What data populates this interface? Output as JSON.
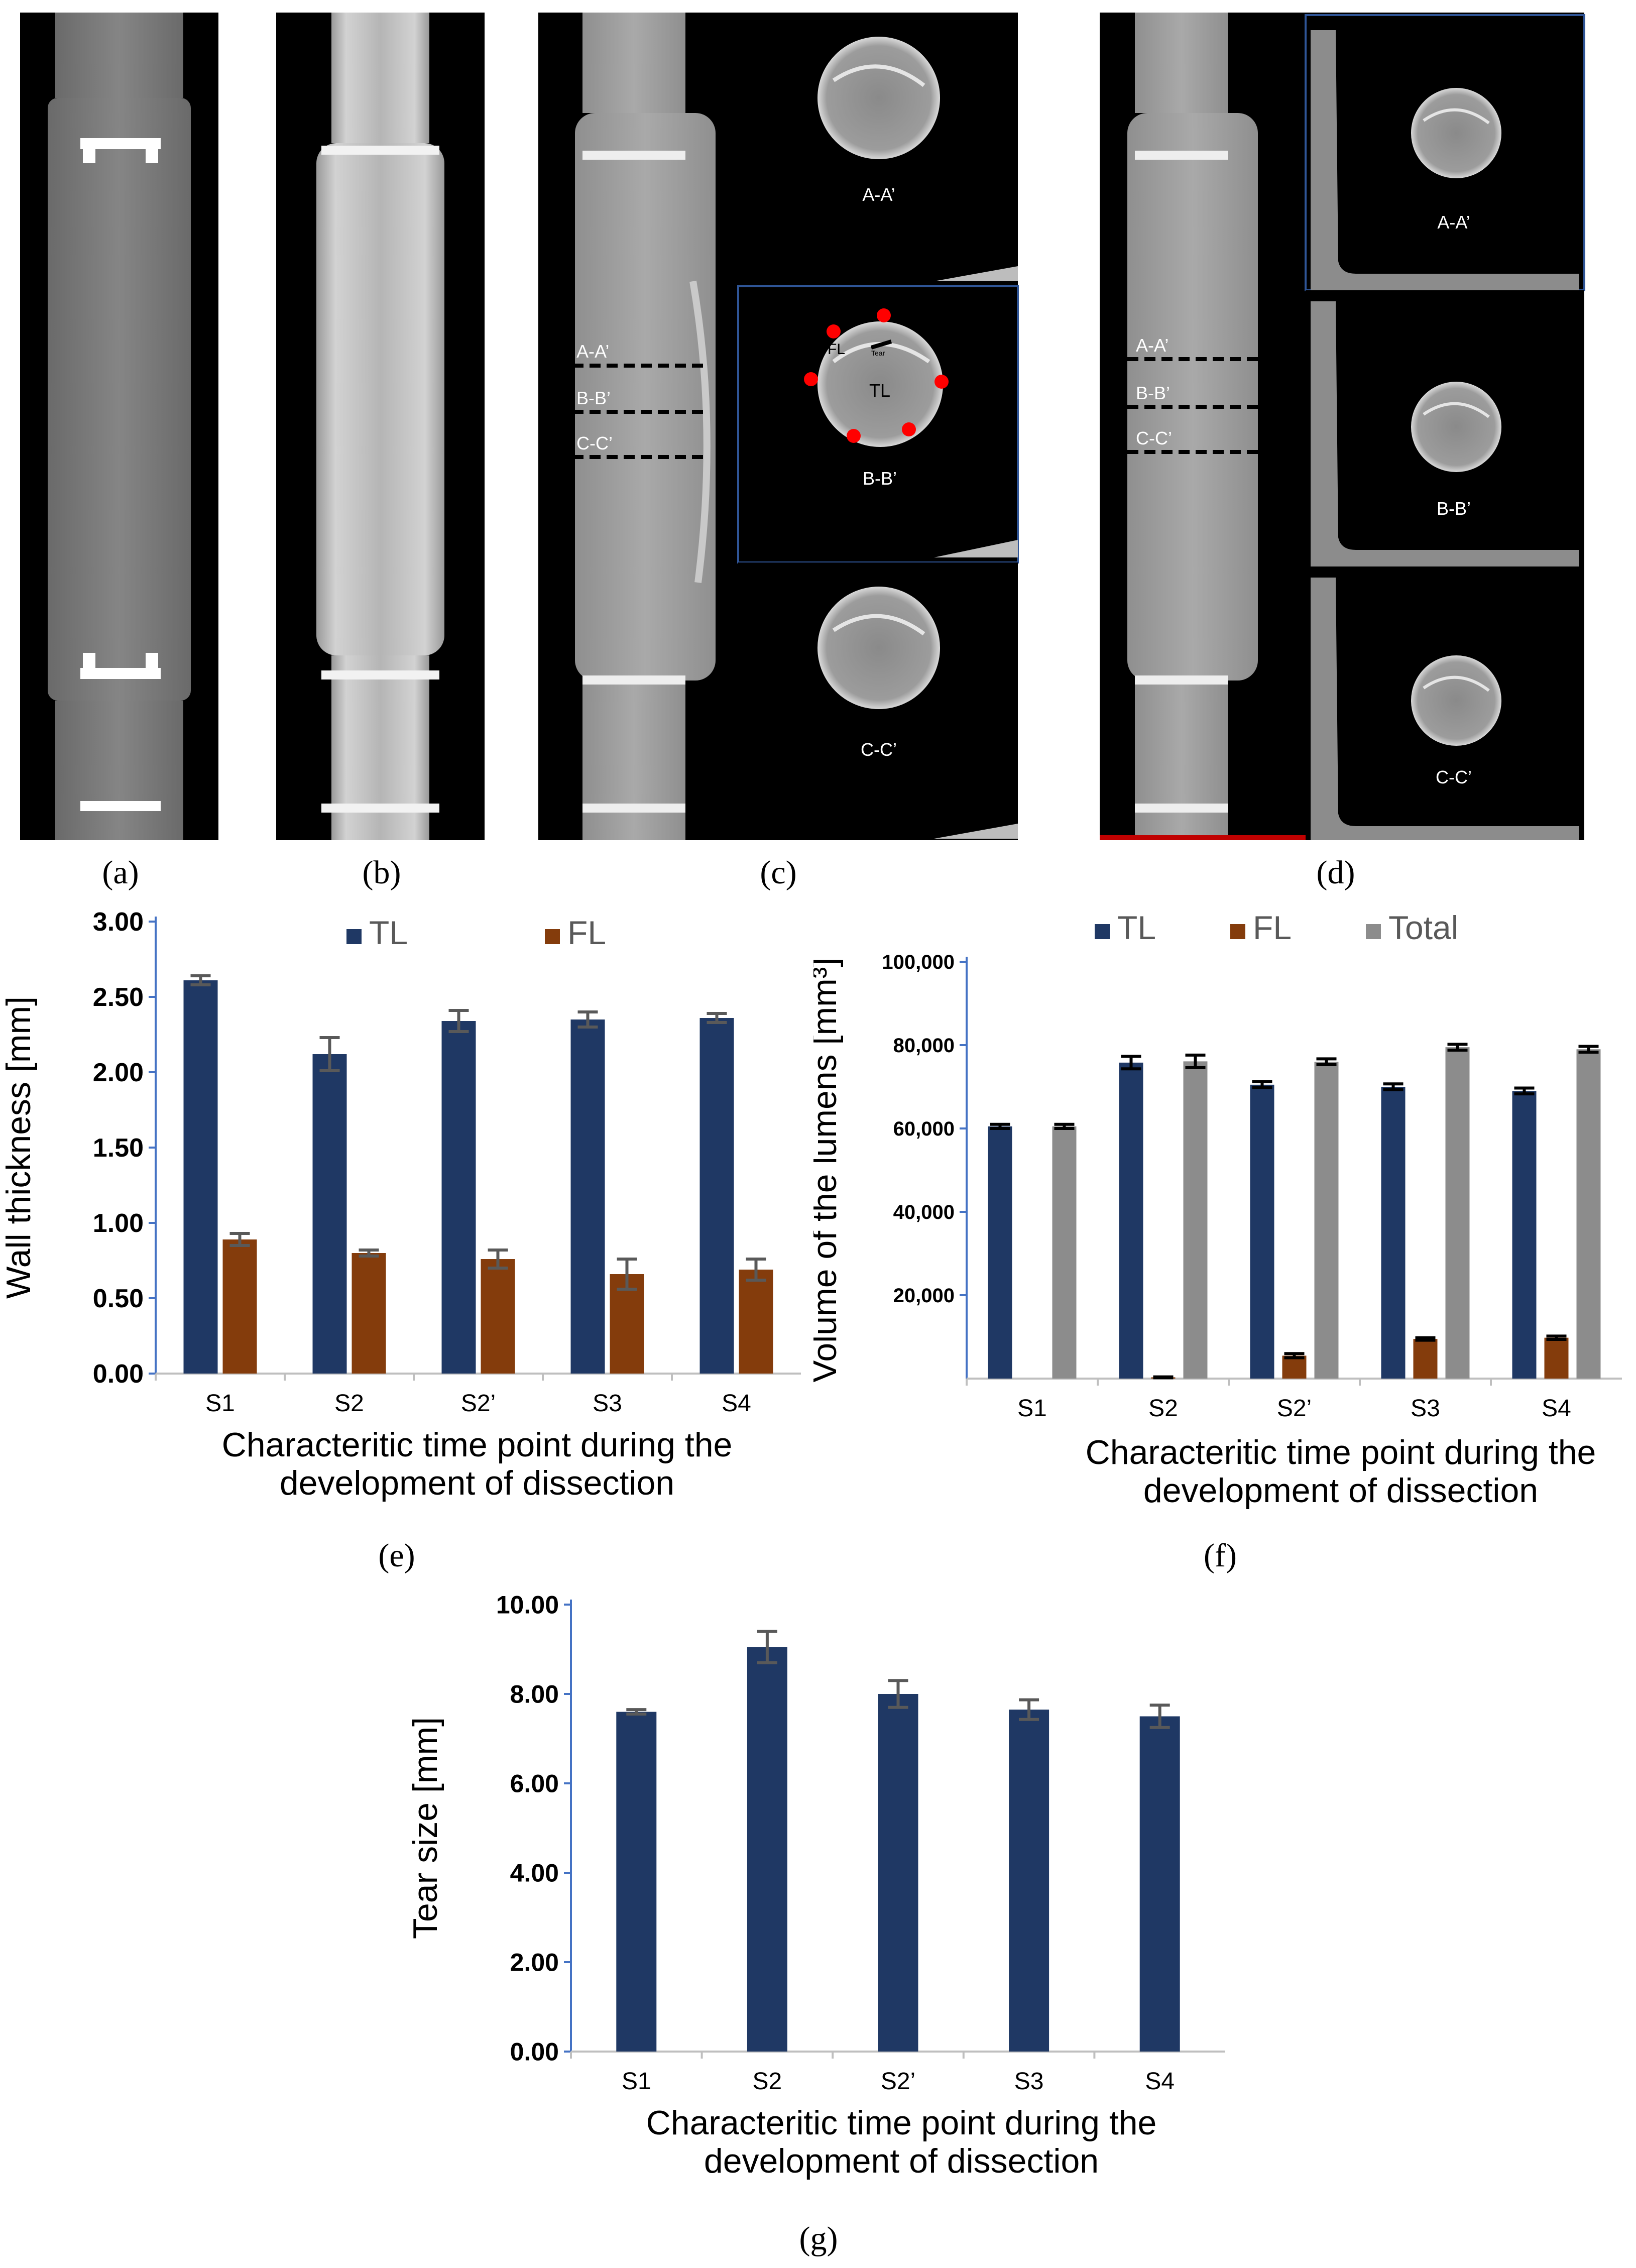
{
  "panels": {
    "a": "(a)",
    "b": "(b)",
    "c": "(c)",
    "d": "(d)",
    "e": "(e)",
    "f": "(f)",
    "g": "(g)"
  },
  "ct_labels": {
    "c_lines": [
      "A-A’",
      "B-B’",
      "C-C’"
    ],
    "c_sections": [
      "A-A’",
      "B-B’",
      "C-C’"
    ],
    "c_fl": "FL",
    "c_tl": "TL",
    "c_tear": "Tear",
    "d_lines": [
      "A-A’",
      "B-B’",
      "C-C’"
    ],
    "d_sections": [
      "A-A’",
      "B-B’",
      "C-C’"
    ]
  },
  "chart_data": [
    {
      "id": "e",
      "type": "bar",
      "categories": [
        "S1",
        "S2",
        "S2’",
        "S3",
        "S4"
      ],
      "series": [
        {
          "name": "TL",
          "color": "#1F3864",
          "values": [
            2.61,
            2.12,
            2.34,
            2.35,
            2.36
          ],
          "errors": [
            0.03,
            0.11,
            0.07,
            0.05,
            0.03
          ]
        },
        {
          "name": "FL",
          "color": "#843C0C",
          "values": [
            0.89,
            0.8,
            0.76,
            0.66,
            0.69
          ],
          "errors": [
            0.04,
            0.02,
            0.06,
            0.1,
            0.07
          ]
        }
      ],
      "ylabel": "Wall thickness [mm]",
      "xlabel": [
        "Characteritic time point during the",
        "development of dissection"
      ],
      "ylim": [
        0,
        3
      ],
      "yticks": [
        "0.00",
        "0.50",
        "1.00",
        "1.50",
        "2.00",
        "2.50",
        "3.00"
      ],
      "legend": "top",
      "grid": false
    },
    {
      "id": "f",
      "type": "bar",
      "categories": [
        "S1",
        "S2",
        "S2’",
        "S3",
        "S4"
      ],
      "series": [
        {
          "name": "TL",
          "color": "#1F3864",
          "values": [
            60500,
            75800,
            70500,
            70000,
            69000
          ],
          "errors": [
            500,
            1500,
            700,
            700,
            700
          ]
        },
        {
          "name": "FL",
          "color": "#843C0C",
          "values": [
            0,
            300,
            5500,
            9500,
            9800
          ],
          "errors": [
            0,
            100,
            500,
            300,
            400
          ]
        },
        {
          "name": "Total",
          "color": "#8C8C8C",
          "values": [
            60500,
            76100,
            76000,
            79500,
            79000
          ],
          "errors": [
            500,
            1500,
            700,
            700,
            700
          ]
        }
      ],
      "ylabel": "Volume of the lumens [mm³]",
      "xlabel": [
        "Characteritic time point during the",
        "development of dissection"
      ],
      "ylim": [
        0,
        100000
      ],
      "yticks": [
        "20,000",
        "40,000",
        "60,000",
        "80,000",
        "100,000"
      ],
      "legend": "top",
      "grid": false
    },
    {
      "id": "g",
      "type": "bar",
      "categories": [
        "S1",
        "S2",
        "S2’",
        "S3",
        "S4"
      ],
      "series": [
        {
          "color": "#1F3864",
          "values": [
            7.6,
            9.05,
            8.0,
            7.65,
            7.5
          ],
          "errors": [
            0.05,
            0.35,
            0.3,
            0.22,
            0.25
          ]
        }
      ],
      "ylabel": "Tear size [mm]",
      "xlabel": [
        "Characteritic time point during the",
        "development of dissection"
      ],
      "ylim": [
        0,
        10
      ],
      "yticks": [
        "0.00",
        "2.00",
        "4.00",
        "6.00",
        "8.00",
        "10.00"
      ],
      "grid": false
    }
  ]
}
